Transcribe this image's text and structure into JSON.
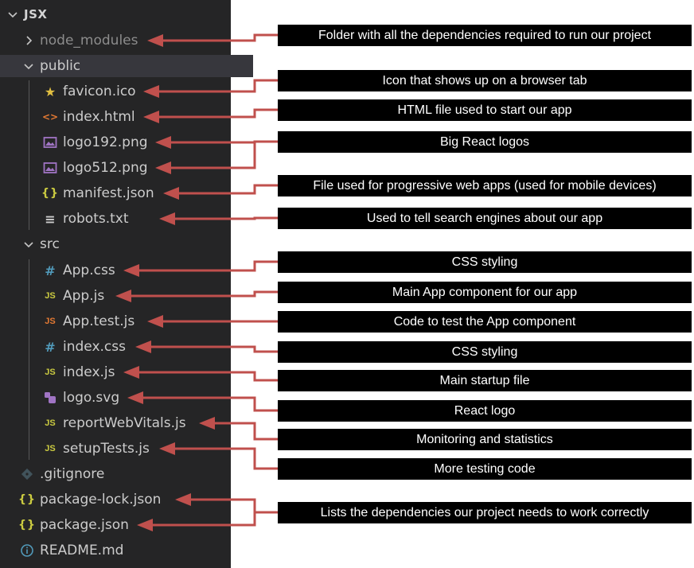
{
  "tree": [
    {
      "label": "JSX",
      "kind": "root",
      "icon": "chevron-down-icon"
    },
    {
      "label": "node_modules",
      "kind": "folder-collapsed",
      "icon": "chevron-right-icon",
      "dim": true
    },
    {
      "label": "public",
      "kind": "folder-open",
      "icon": "chevron-down-icon",
      "selected": true
    },
    {
      "label": "favicon.ico",
      "kind": "file",
      "icon": "star-icon",
      "glyph": "★",
      "color": "#e2c041"
    },
    {
      "label": "index.html",
      "kind": "file",
      "icon": "html-icon",
      "glyph": "<>",
      "color": "#e37933"
    },
    {
      "label": "logo192.png",
      "kind": "file",
      "icon": "image-icon",
      "color": "#a074c4"
    },
    {
      "label": "logo512.png",
      "kind": "file",
      "icon": "image-icon",
      "color": "#a074c4"
    },
    {
      "label": "manifest.json",
      "kind": "file",
      "icon": "json-icon",
      "glyph": "{}",
      "color": "#cbcb41"
    },
    {
      "label": "robots.txt",
      "kind": "file",
      "icon": "text-file-icon",
      "glyph": "≡",
      "color": "#cccccc"
    },
    {
      "label": "src",
      "kind": "folder-open",
      "icon": "chevron-down-icon"
    },
    {
      "label": "App.css",
      "kind": "file",
      "icon": "css-icon",
      "glyph": "#",
      "color": "#519aba"
    },
    {
      "label": "App.js",
      "kind": "file",
      "icon": "js-icon",
      "glyph": "JS",
      "color": "#cbcb41"
    },
    {
      "label": "App.test.js",
      "kind": "file",
      "icon": "test-js-icon",
      "glyph": "JS",
      "color": "#e37933"
    },
    {
      "label": "index.css",
      "kind": "file",
      "icon": "css-icon",
      "glyph": "#",
      "color": "#519aba"
    },
    {
      "label": "index.js",
      "kind": "file",
      "icon": "js-icon",
      "glyph": "JS",
      "color": "#cbcb41"
    },
    {
      "label": "logo.svg",
      "kind": "file",
      "icon": "svg-icon",
      "color": "#a074c4"
    },
    {
      "label": "reportWebVitals.js",
      "kind": "file",
      "icon": "js-icon",
      "glyph": "JS",
      "color": "#cbcb41"
    },
    {
      "label": "setupTests.js",
      "kind": "file",
      "icon": "js-icon",
      "glyph": "JS",
      "color": "#cbcb41"
    },
    {
      "label": ".gitignore",
      "kind": "file",
      "icon": "git-icon",
      "color": "#41535b"
    },
    {
      "label": "package-lock.json",
      "kind": "file",
      "icon": "json-icon",
      "glyph": "{}",
      "color": "#cbcb41"
    },
    {
      "label": "package.json",
      "kind": "file",
      "icon": "json-icon",
      "glyph": "{}",
      "color": "#cbcb41"
    },
    {
      "label": "README.md",
      "kind": "file",
      "icon": "info-icon",
      "glyph": "i",
      "color": "#519aba"
    }
  ],
  "annotations": [
    {
      "text": "Folder with all the dependencies required to run our project",
      "targets": [
        1
      ]
    },
    {
      "text": "Icon that shows up on a browser tab",
      "targets": [
        3
      ]
    },
    {
      "text": "HTML file used to start our app",
      "targets": [
        4
      ]
    },
    {
      "text": "Big React logos",
      "targets": [
        5,
        6
      ]
    },
    {
      "text": "File used for progressive web apps (used for mobile devices)",
      "targets": [
        7
      ]
    },
    {
      "text": "Used to tell search engines about our app",
      "targets": [
        8
      ]
    },
    {
      "text": "CSS styling",
      "targets": [
        10
      ]
    },
    {
      "text": "Main App component for our app",
      "targets": [
        11
      ]
    },
    {
      "text": "Code to test the App component",
      "targets": [
        12
      ]
    },
    {
      "text": "CSS styling",
      "targets": [
        13
      ]
    },
    {
      "text": "Main startup file",
      "targets": [
        14
      ]
    },
    {
      "text": "React logo",
      "targets": [
        15
      ]
    },
    {
      "text": "Monitoring and statistics",
      "targets": [
        16
      ]
    },
    {
      "text": "More testing code",
      "targets": [
        17
      ]
    },
    {
      "text": "Lists the dependencies our project needs to work correctly",
      "targets": [
        19,
        20
      ]
    }
  ],
  "colors": {
    "arrow": "#c0504d",
    "sidebar": "#252526",
    "note_bg": "#000000",
    "note_text": "#ffffff"
  }
}
